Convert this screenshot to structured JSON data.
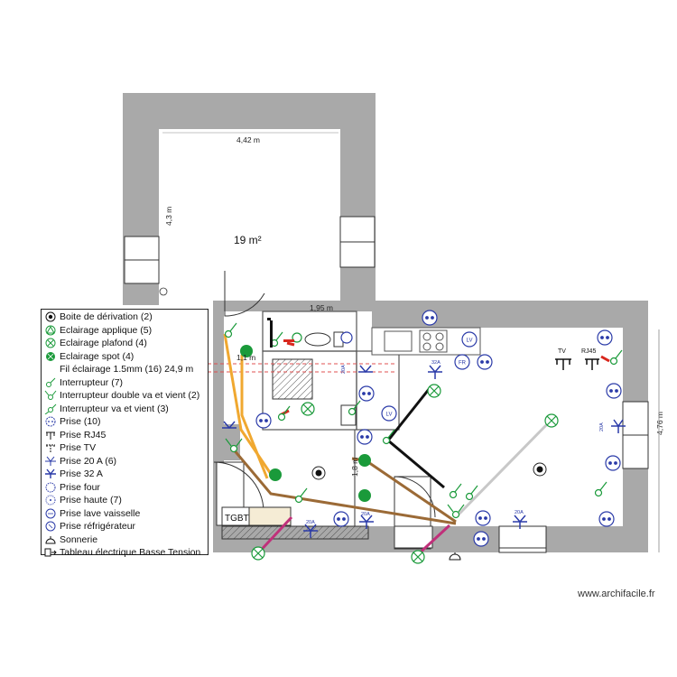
{
  "plan": {
    "room_area": "19 m²",
    "dimensions": {
      "top_width": "4,42 m",
      "left_height": "4,3 m",
      "hall_width": "1,95 m",
      "small_dim": "1,1 m",
      "vertical_mid": "1,8 m",
      "right_height": "4,76 m"
    },
    "labels": {
      "tgbt": "TGBT",
      "tv": "TV",
      "rj45": "RJ45",
      "fr": "FR",
      "lv": "LV",
      "lave_vaisselle": "LV",
      "amp20": "20A",
      "amp32": "32A"
    }
  },
  "legend": {
    "items": [
      {
        "icon": "junction-box-icon",
        "label": "Boite de dérivation (2)"
      },
      {
        "icon": "wall-light-icon",
        "label": "Eclairage applique (5)"
      },
      {
        "icon": "ceiling-light-icon",
        "label": "Eclairage plafond (4)"
      },
      {
        "icon": "spot-light-icon",
        "label": "Eclairage spot (4)"
      },
      {
        "icon": "",
        "label": "Fil éclairage 1.5mm (16) 24,9 m"
      },
      {
        "icon": "switch-icon",
        "label": "Interrupteur (7)"
      },
      {
        "icon": "double-switch-icon",
        "label": "Interrupteur double va et vient (2)"
      },
      {
        "icon": "two-way-switch-icon",
        "label": "Interrupteur va et vient (3)"
      },
      {
        "icon": "socket-icon",
        "label": "Prise (10)"
      },
      {
        "icon": "rj45-socket-icon",
        "label": "Prise  RJ45"
      },
      {
        "icon": "tv-socket-icon",
        "label": "Prise  TV"
      },
      {
        "icon": "socket-20a-icon",
        "label": "Prise 20 A (6)"
      },
      {
        "icon": "socket-32a-icon",
        "label": "Prise 32 A"
      },
      {
        "icon": "oven-socket-icon",
        "label": "Prise four"
      },
      {
        "icon": "high-socket-icon",
        "label": "Prise haute (7)"
      },
      {
        "icon": "dishwasher-socket-icon",
        "label": "Prise lave vaisselle"
      },
      {
        "icon": "fridge-socket-icon",
        "label": "Prise réfrigérateur"
      },
      {
        "icon": "doorbell-icon",
        "label": "Sonnerie"
      },
      {
        "icon": "panel-icon",
        "label": "Tableau électrique Basse Tension"
      }
    ]
  },
  "footer": {
    "watermark": "www.archifacile.fr"
  },
  "colors": {
    "wall": "#a9a9a9",
    "wire_orange": "#f0a830",
    "wire_brown": "#9b6a36",
    "wire_black": "#111111",
    "wire_grey": "#c8c8c8",
    "wire_magenta": "#c0307a",
    "light_green": "#1a9a3a",
    "socket_blue": "#2a3aa8",
    "switch_red": "#d8271d"
  }
}
